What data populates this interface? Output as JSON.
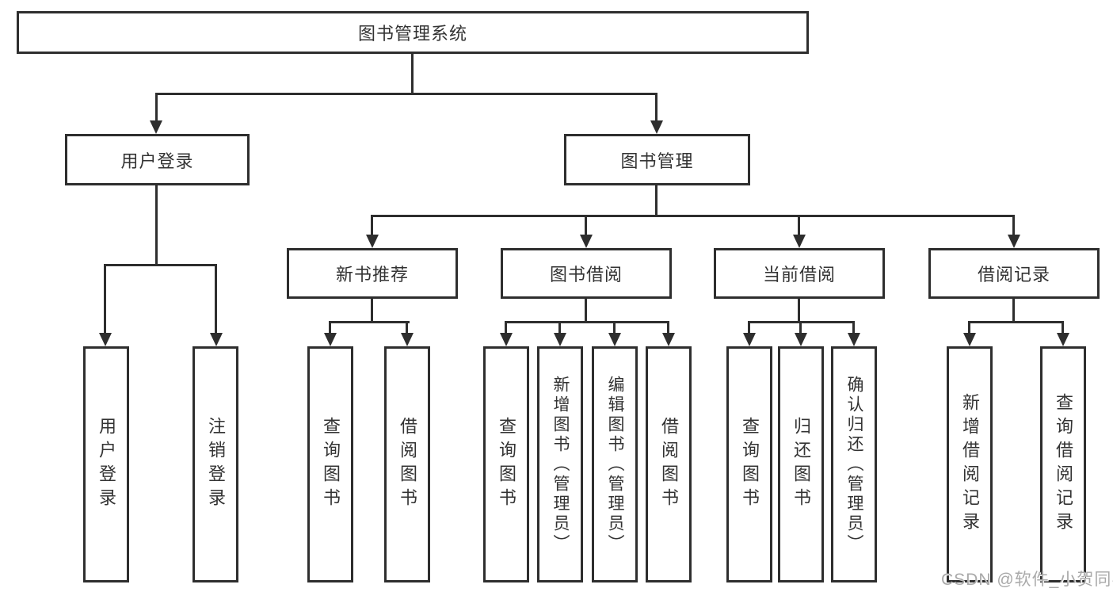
{
  "diagram": {
    "title": "图书管理系统",
    "watermark": "CSDN @软件_小贺同学",
    "colors": {
      "line": "#2e2e2e",
      "text": "#333333",
      "watermark": "#a9a9a9",
      "background": "#ffffff"
    }
  },
  "nodes": {
    "root": {
      "label": "图书管理系统"
    },
    "level2": [
      {
        "id": "user-login",
        "label": "用户登录"
      },
      {
        "id": "book-management",
        "label": "图书管理"
      }
    ],
    "level3": [
      {
        "id": "new-book-recommend",
        "label": "新书推荐"
      },
      {
        "id": "book-borrow",
        "label": "图书借阅"
      },
      {
        "id": "current-borrow",
        "label": "当前借阅"
      },
      {
        "id": "borrow-records",
        "label": "借阅记录"
      }
    ],
    "leaves": [
      {
        "parent": "user-login",
        "label": "用户登录"
      },
      {
        "parent": "user-login",
        "label": "注销登录"
      },
      {
        "parent": "new-book-recommend",
        "label": "查询图书"
      },
      {
        "parent": "new-book-recommend",
        "label": "借阅图书"
      },
      {
        "parent": "book-borrow",
        "label": "查询图书"
      },
      {
        "parent": "book-borrow",
        "label": "新增图书（管理员）"
      },
      {
        "parent": "book-borrow",
        "label": "编辑图书（管理员）"
      },
      {
        "parent": "book-borrow",
        "label": "借阅图书"
      },
      {
        "parent": "current-borrow",
        "label": "查询图书"
      },
      {
        "parent": "current-borrow",
        "label": "归还图书"
      },
      {
        "parent": "current-borrow",
        "label": "确认归还（管理员）"
      },
      {
        "parent": "borrow-records",
        "label": "新增借阅记录"
      },
      {
        "parent": "borrow-records",
        "label": "查询借阅记录"
      }
    ]
  }
}
